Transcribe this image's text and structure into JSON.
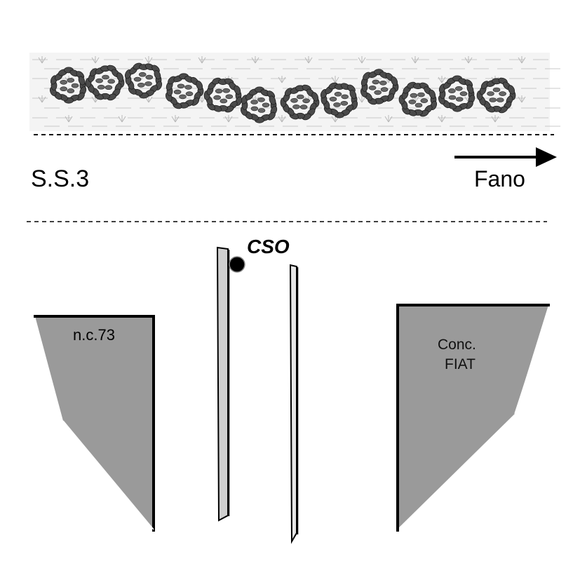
{
  "map": {
    "road_label": "S.S.3",
    "direction_label": "Fano",
    "marker_label": "CSO",
    "parcel_left_label": "n.c.73",
    "parcel_right_label_line1": "Conc.",
    "parcel_right_label_line2": "FIAT"
  },
  "colors": {
    "parcel_fill": "#9a9a9a",
    "vegetation": "#4a4a4a",
    "ground_texture": "#c8c8c8",
    "channel_fill": "#cfcfcf",
    "line": "#000000"
  },
  "icons": {
    "hedge": "shrub-cluster",
    "marker": "filled-circle",
    "arrow": "arrow-right"
  }
}
